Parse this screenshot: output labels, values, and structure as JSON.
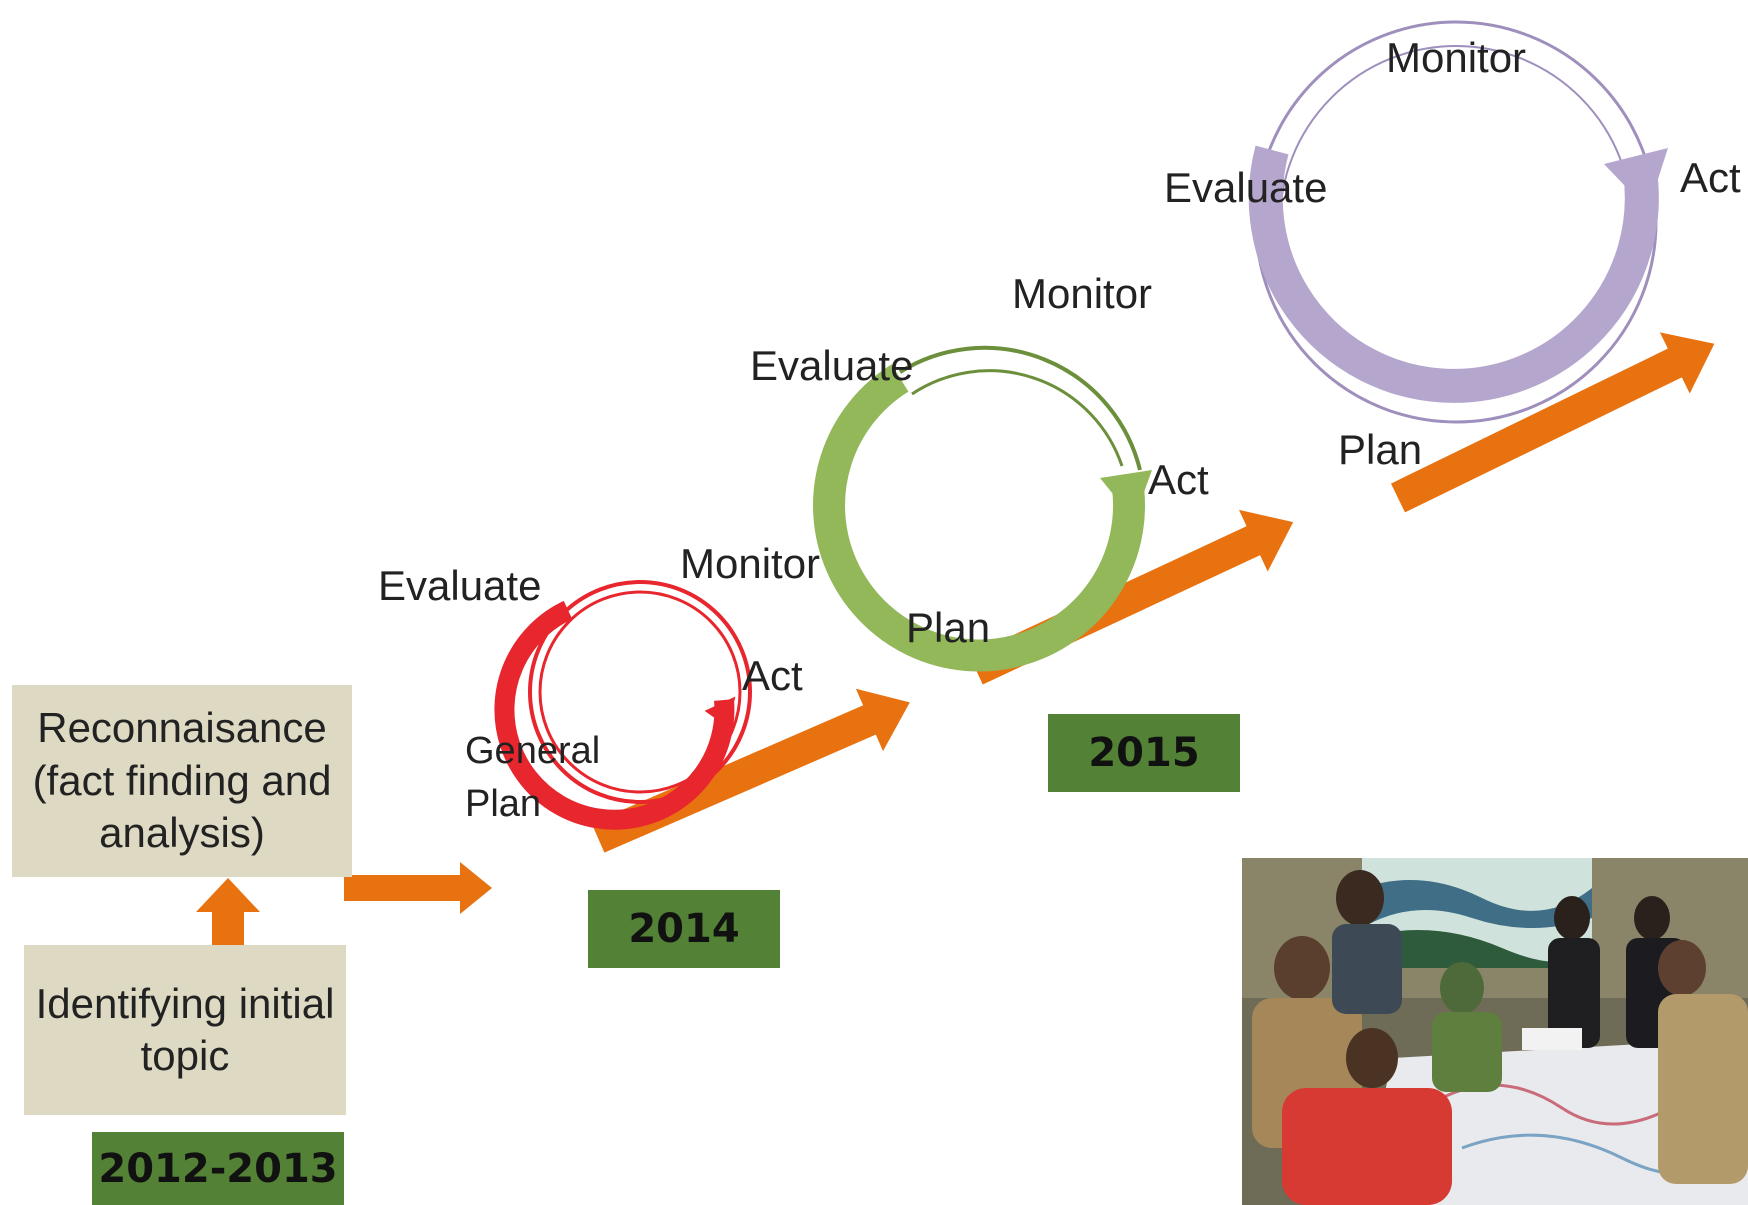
{
  "stage_initial": {
    "reconnaissance": "Reconnaisance\n(fact finding and\nanalysis)",
    "identifying": "Identifying initial\ntopic",
    "year": "2012-2013"
  },
  "cycle_2014": {
    "evaluate": "Evaluate",
    "monitor": "Monitor",
    "act": "Act",
    "plan": "General\nPlan",
    "year": "2014",
    "color": "#e8262d"
  },
  "cycle_2015": {
    "evaluate": "Evaluate",
    "monitor": "Monitor",
    "act": "Act",
    "plan": "Plan",
    "year": "2015",
    "color": "#92b85a"
  },
  "cycle_final": {
    "evaluate": "Evaluate",
    "monitor": "Monitor",
    "act": "Act",
    "plan": "Plan",
    "color": "#b4a6cc"
  },
  "colors": {
    "arrow": "#e8720f",
    "year_box": "#538135",
    "stage_box": "#ddd9c3",
    "green_outline": "#6b8f3a",
    "purple_outline": "#9f8fbd"
  },
  "photo": {
    "icon": "workshop-photo"
  }
}
